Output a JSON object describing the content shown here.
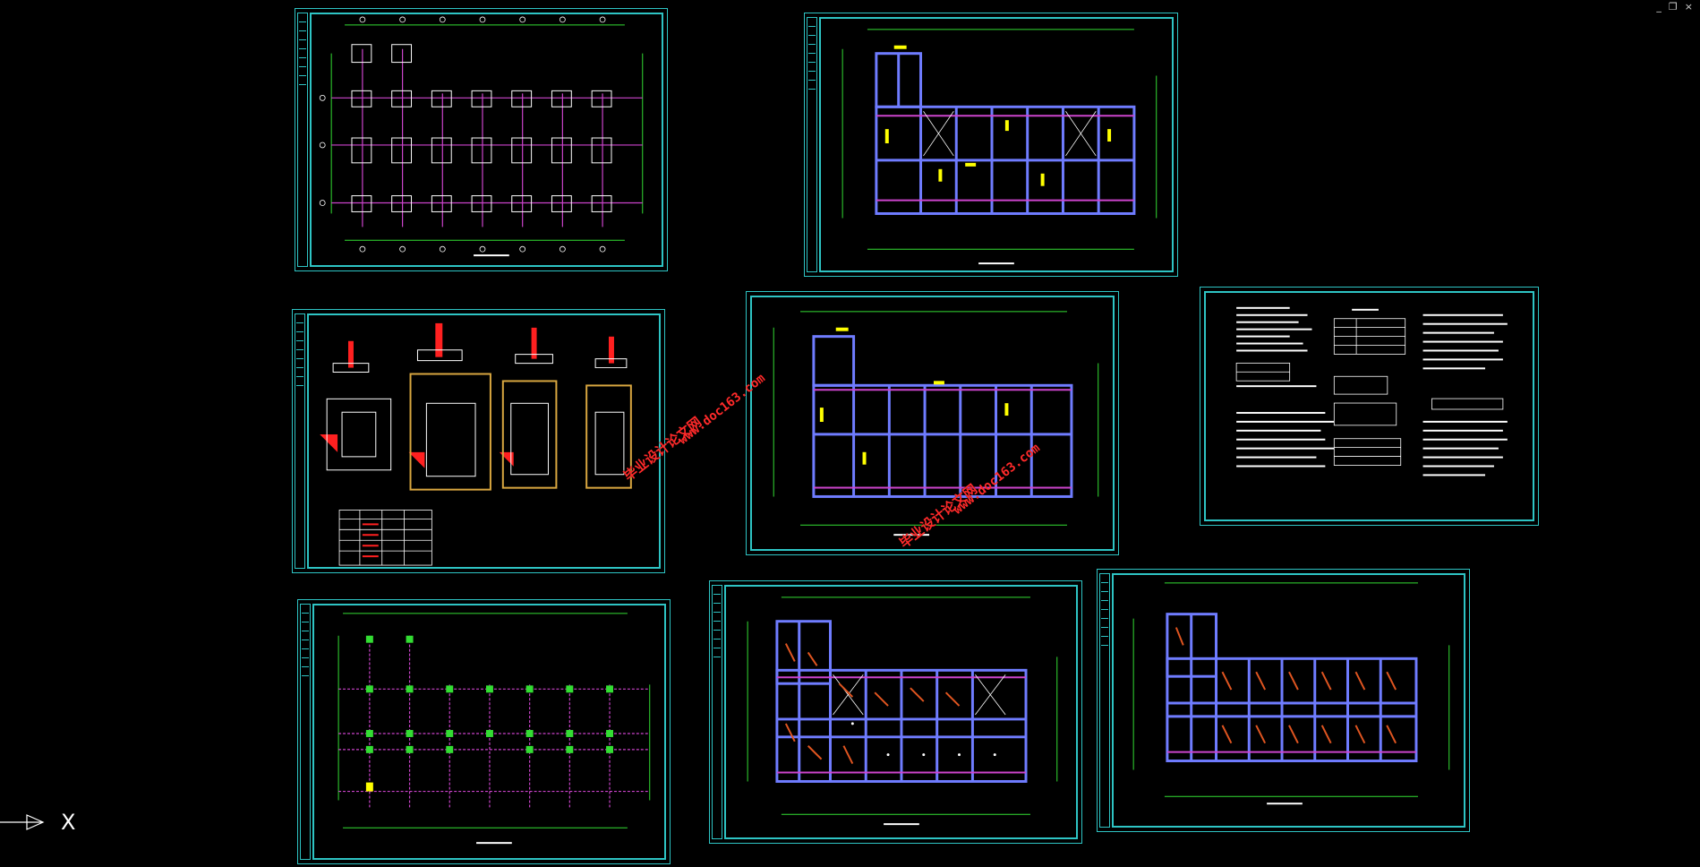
{
  "window": {
    "controls": [
      "_",
      "❐",
      "×"
    ]
  },
  "colors": {
    "background": "#000000",
    "frame": "#2ec4c4",
    "grid": "#33dd33",
    "beam": "#cc44cc",
    "column": "#6f7cff",
    "label": "#ffff00",
    "detail_red": "#ff2020",
    "watermark": "#ff2a2a"
  },
  "ucs": {
    "axis_label": "X"
  },
  "watermarks": [
    {
      "title": "毕业设计论文网",
      "url": "www.doc163.com"
    },
    {
      "title": "毕业设计论文网",
      "url": "www.doc163.com"
    }
  ],
  "sheets": [
    {
      "name": "foundation-plan",
      "icon": "foundation-grid-icon"
    },
    {
      "name": "first-floor-structure-plan",
      "icon": "floor-plan-icon"
    },
    {
      "name": "foundation-detail",
      "icon": "section-detail-icon"
    },
    {
      "name": "second-floor-structure-plan",
      "icon": "floor-plan-icon"
    },
    {
      "name": "design-notes",
      "icon": "notes-table-icon"
    },
    {
      "name": "column-layout-plan",
      "icon": "column-grid-icon"
    },
    {
      "name": "slab-reinforcement-plan",
      "icon": "slab-plan-icon"
    },
    {
      "name": "roof-reinforcement-plan",
      "icon": "slab-plan-icon"
    }
  ]
}
